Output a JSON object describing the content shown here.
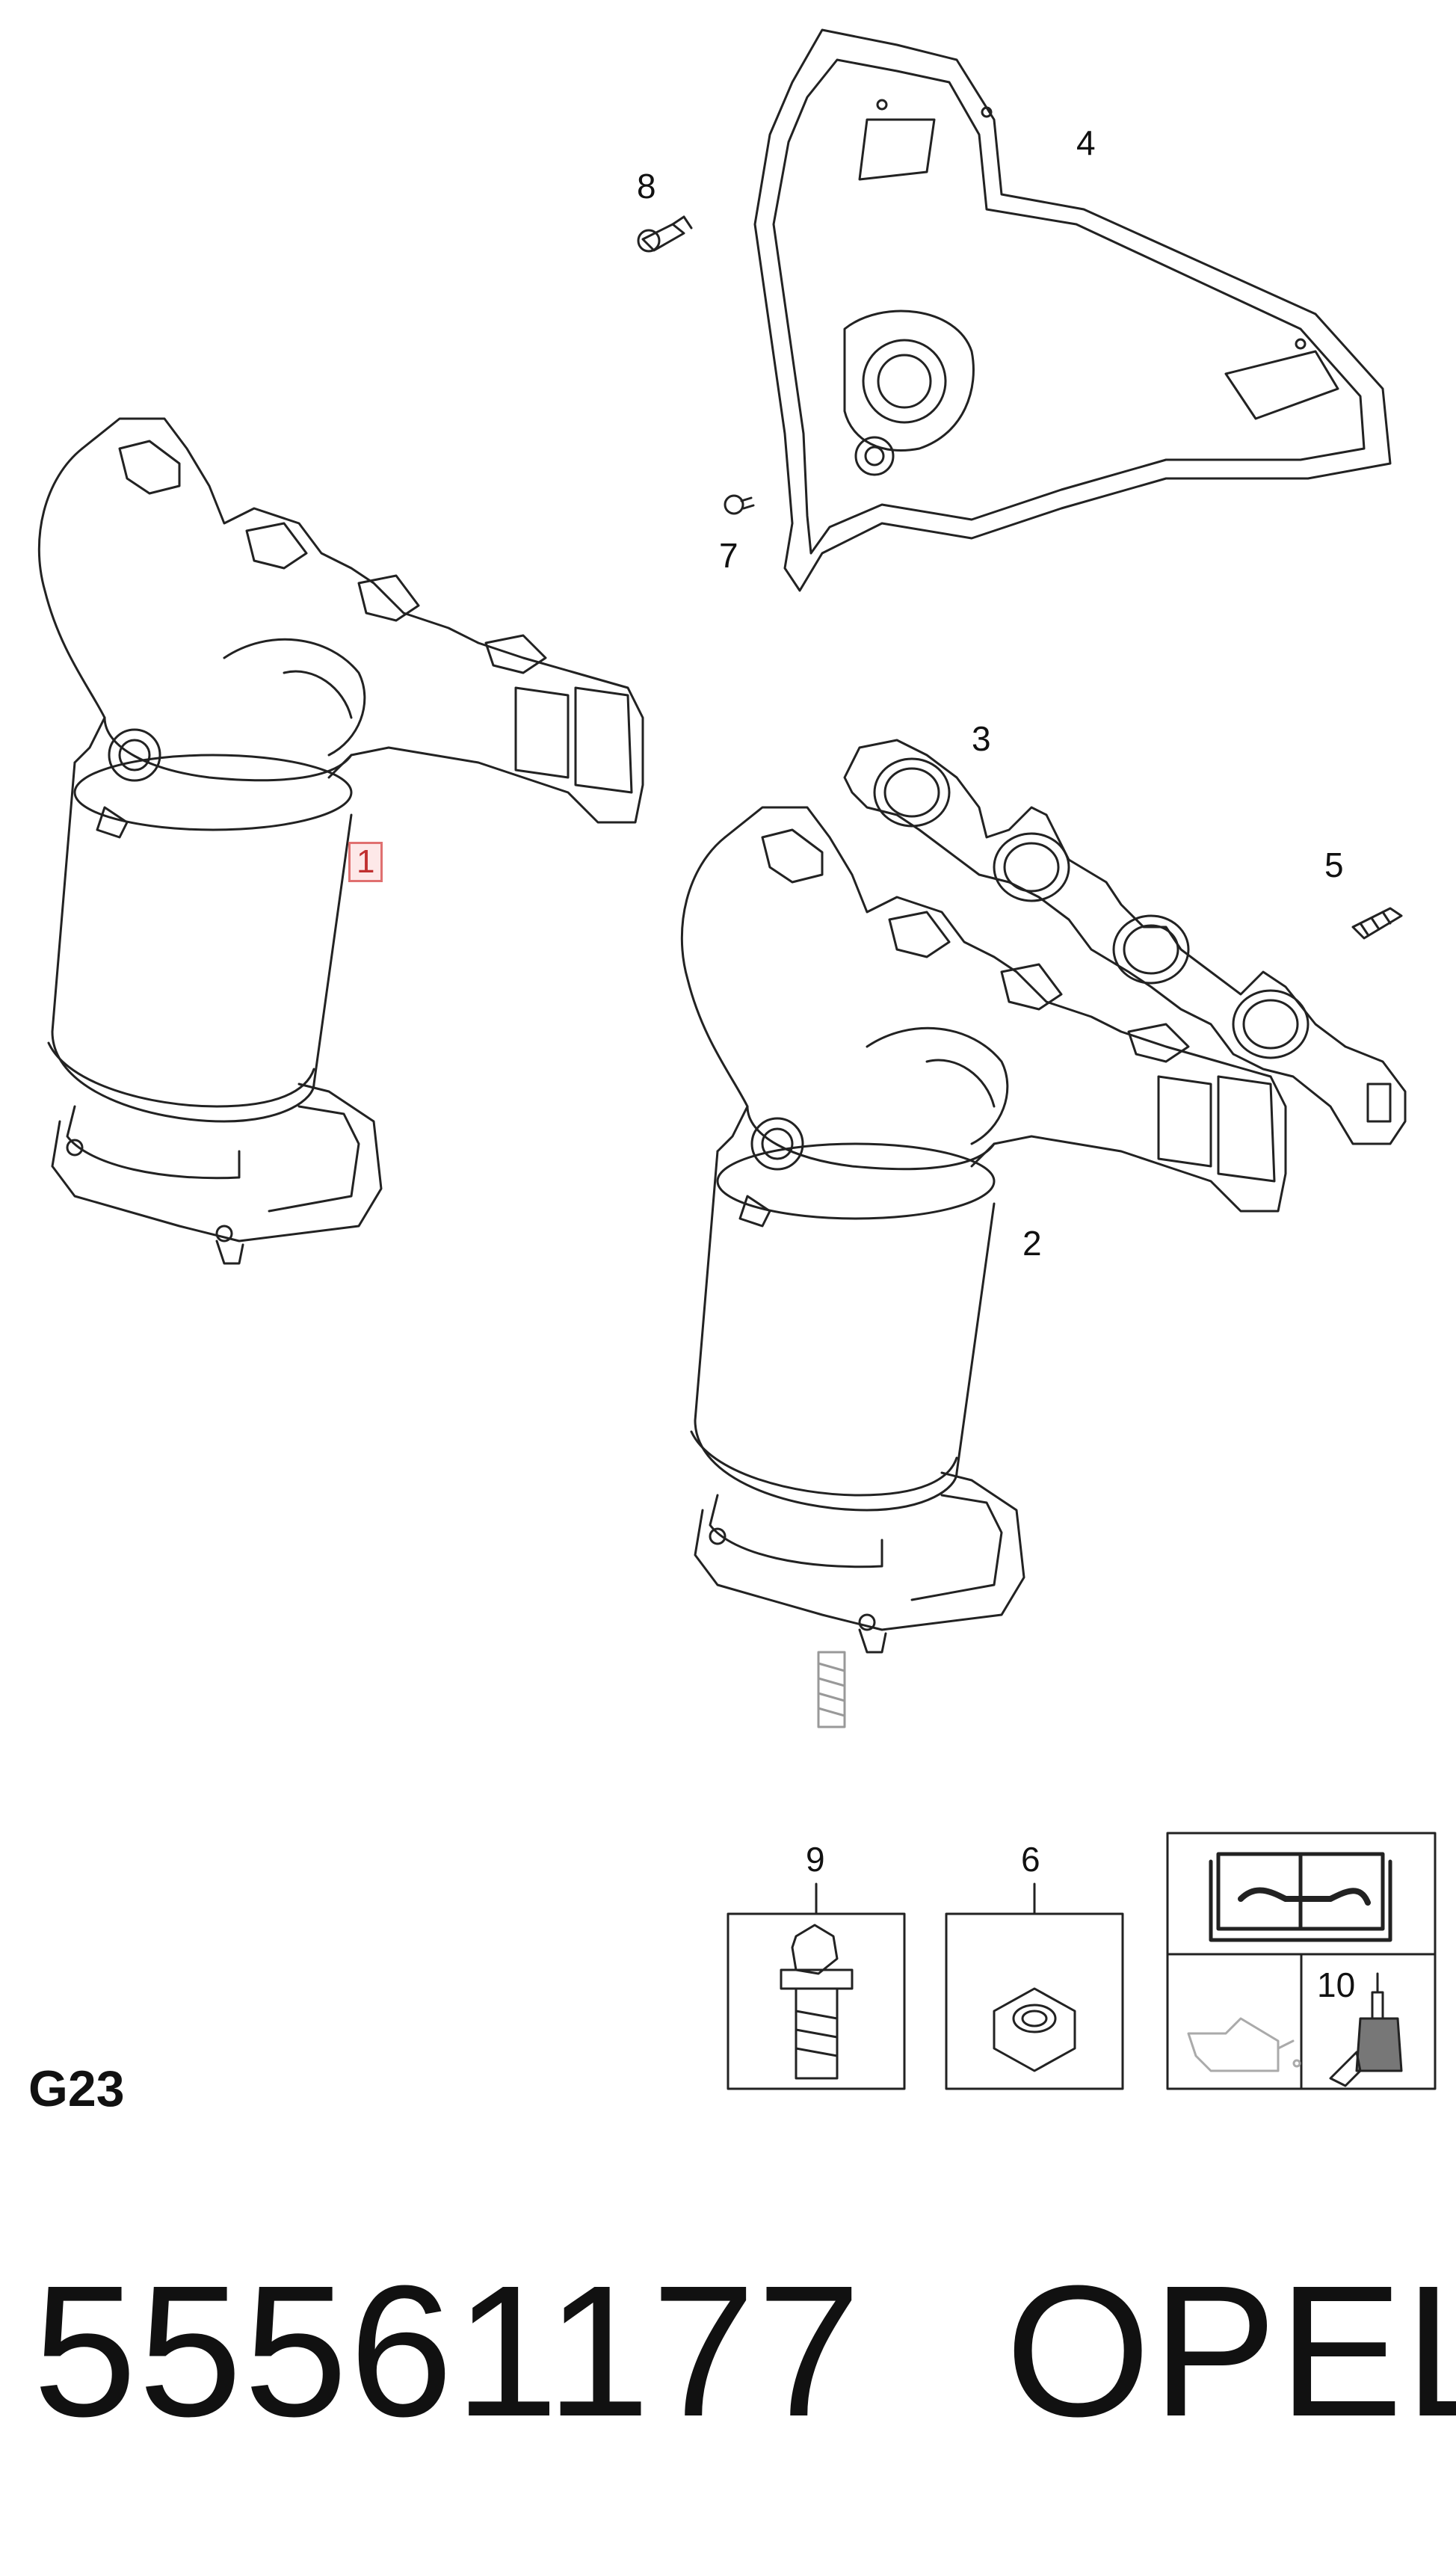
{
  "callouts": {
    "c1": "1",
    "c2": "2",
    "c3": "3",
    "c4": "4",
    "c5": "5",
    "c6": "6",
    "c7": "7",
    "c8": "8",
    "c9": "9",
    "c10": "10"
  },
  "group_code": "G23",
  "part_number": "55561177",
  "brand": "OPEL",
  "colors": {
    "line": "#222222",
    "highlight_border": "#e07070",
    "highlight_fill": "#fde8e8"
  },
  "icons": [
    "repair-manual-icon",
    "oil-can-icon",
    "sealant-tube-icon"
  ]
}
